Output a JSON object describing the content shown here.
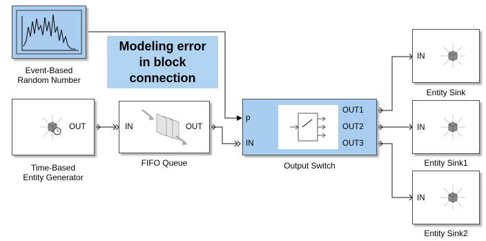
{
  "annotation": {
    "lines": [
      "Modeling error",
      "in block",
      "connection"
    ]
  },
  "blocks": {
    "random_number": {
      "label_lines": [
        "Event-Based",
        "Random Number"
      ]
    },
    "generator": {
      "label_lines": [
        "Time-Based",
        "Entity Generator"
      ],
      "port_out": "OUT"
    },
    "fifo": {
      "label": "FIFO Queue",
      "port_in": "IN",
      "port_out": "OUT"
    },
    "switch": {
      "label": "Output Switch",
      "port_p": "p",
      "port_in": "IN",
      "ports_out": [
        "OUT1",
        "OUT2",
        "OUT3"
      ]
    },
    "sinks": [
      {
        "label": "Entity Sink",
        "port_in": "IN"
      },
      {
        "label": "Entity Sink1",
        "port_in": "IN"
      },
      {
        "label": "Entity Sink2",
        "port_in": "IN"
      }
    ]
  },
  "colors": {
    "block_highlight": "#a8cdf0",
    "annotation_bg": "#b1d3f2",
    "wire": "#404040"
  }
}
